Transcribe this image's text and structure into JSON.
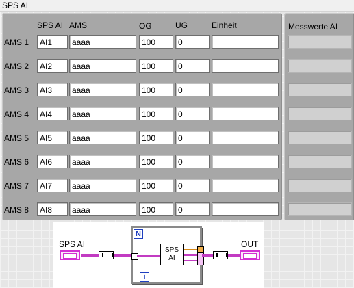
{
  "title": "SPS AI",
  "cluster": {
    "headers": {
      "sps_ai": "SPS AI",
      "ams": "AMS",
      "og": "OG",
      "ug": "UG",
      "einheit": "Einheit"
    },
    "measure_header": "Messwerte AI",
    "rows": [
      {
        "label": "AMS 1",
        "sps_ai": "AI1",
        "ams": "aaaa",
        "og": "100",
        "ug": "0",
        "einheit": ""
      },
      {
        "label": "AMS 2",
        "sps_ai": "AI2",
        "ams": "aaaa",
        "og": "100",
        "ug": "0",
        "einheit": ""
      },
      {
        "label": "AMS 3",
        "sps_ai": "AI3",
        "ams": "aaaa",
        "og": "100",
        "ug": "0",
        "einheit": ""
      },
      {
        "label": "AMS 4",
        "sps_ai": "AI4",
        "ams": "aaaa",
        "og": "100",
        "ug": "0",
        "einheit": ""
      },
      {
        "label": "AMS 5",
        "sps_ai": "AI5",
        "ams": "aaaa",
        "og": "100",
        "ug": "0",
        "einheit": ""
      },
      {
        "label": "AMS 6",
        "sps_ai": "AI6",
        "ams": "aaaa",
        "og": "100",
        "ug": "0",
        "einheit": ""
      },
      {
        "label": "AMS 7",
        "sps_ai": "AI7",
        "ams": "aaaa",
        "og": "100",
        "ug": "0",
        "einheit": ""
      },
      {
        "label": "AMS 8",
        "sps_ai": "AI8",
        "ams": "aaaa",
        "og": "100",
        "ug": "0",
        "einheit": ""
      }
    ]
  },
  "block_diagram": {
    "input_label": "SPS AI",
    "output_label": "OUT",
    "loop_count_label": "N",
    "loop_index_label": "i",
    "subvi_label_1": "SPS",
    "subvi_label_2": "AI"
  },
  "colors": {
    "cluster_bg": "#a7a7a7",
    "wire_cluster": "#c23bc2",
    "loop_border": "#8a8a8a",
    "loop_terminal": "#1f3fbf"
  }
}
